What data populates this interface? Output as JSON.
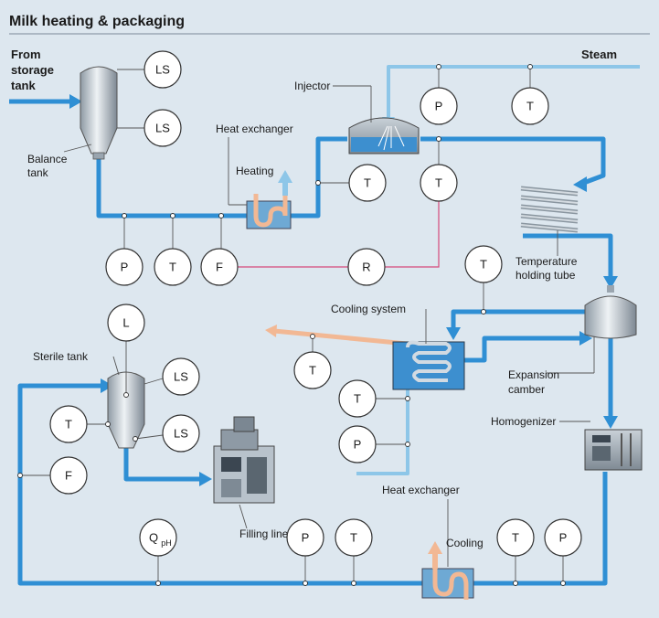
{
  "title": "Milk heating & packaging",
  "labels": {
    "from_storage": [
      "From",
      "storage",
      "tank"
    ],
    "steam": "Steam",
    "balance_tank": [
      "Balance",
      "tank"
    ],
    "injector": "Injector",
    "heat_exchanger_top": "Heat exchanger",
    "heating": "Heating",
    "temperature_holding_tube": [
      "Temperature",
      "holding tube"
    ],
    "cooling_system": "Cooling system",
    "sterile_tank": "Sterile tank",
    "expansion_camber": [
      "Expansion",
      "camber"
    ],
    "homogenizer": "Homogenizer",
    "filling_line": "Filling line",
    "heat_exchanger_bottom": "Heat exchanger",
    "cooling": "Cooling"
  },
  "instruments": {
    "ls_top_1": "LS",
    "ls_top_2": "LS",
    "p_steam": "P",
    "t_steam": "T",
    "t_after_heat": "T",
    "t_injector": "T",
    "p_feed": "P",
    "t_feed": "T",
    "f_feed": "F",
    "r_recorder": "R",
    "t_expansion": "T",
    "l_sterile": "L",
    "ls_sterile_1": "LS",
    "ls_sterile_2": "LS",
    "t_sterile": "T",
    "f_return": "F",
    "t_cooling_out": "T",
    "t_cooling_water": "T",
    "p_cooling_water": "P",
    "q_ph": "Q",
    "q_ph_sub": "pH",
    "p_bottom": "P",
    "t_bottom": "T",
    "t_bottom_right": "T",
    "p_bottom_right": "P"
  }
}
